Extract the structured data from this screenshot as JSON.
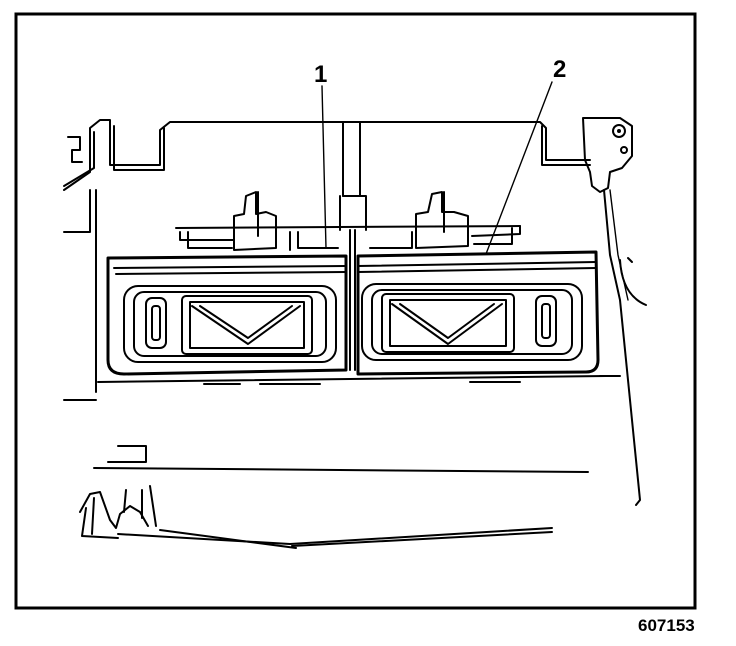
{
  "figure": {
    "figure_id": "607153",
    "callouts": [
      {
        "label": "1"
      },
      {
        "label": "2"
      }
    ]
  },
  "colors": {
    "line": "#000000",
    "background": "#ffffff"
  }
}
